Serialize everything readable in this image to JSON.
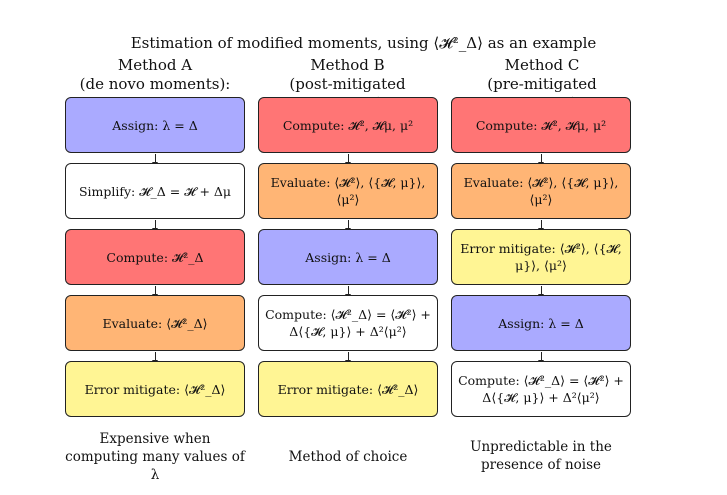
{
  "title": "Estimation of modified moments, using ⟨𝓗²_Δ⟩ as an example",
  "columns": [
    {
      "name": "Method A",
      "subtitle": "(de novo moments):",
      "boxes": [
        {
          "text": "Assign: λ = Δ",
          "color": "#aaaaff"
        },
        {
          "text": "Simplify: 𝓗_Δ = 𝓗 + Δμ",
          "color": "#ffffff"
        },
        {
          "text": "Compute: 𝓗²_Δ",
          "color": "#ff7575"
        },
        {
          "text": "Evaluate: ⟨𝓗²_Δ⟩",
          "color": "#ffb575"
        },
        {
          "text": "Error mitigate: ⟨𝓗²_Δ⟩",
          "color": "#fff594"
        }
      ],
      "footer": "Expensive when computing many values of λ"
    },
    {
      "name": "Method B",
      "subtitle": "(post-mitigated moments):",
      "boxes": [
        {
          "text": "Compute: 𝓗², 𝓗μ, μ²",
          "color": "#ff7575"
        },
        {
          "text": "Evaluate: ⟨𝓗²⟩, ⟨{𝓗, μ}⟩, ⟨μ²⟩",
          "color": "#ffb575"
        },
        {
          "text": "Assign: λ = Δ",
          "color": "#aaaaff"
        },
        {
          "text": "Compute: ⟨𝓗²_Δ⟩ = ⟨𝓗²⟩ + Δ⟨{𝓗, μ}⟩ + Δ²⟨μ²⟩",
          "color": "#ffffff"
        },
        {
          "text": "Error mitigate: ⟨𝓗²_Δ⟩",
          "color": "#fff594"
        }
      ],
      "footer": "Method of choice"
    },
    {
      "name": "Method C",
      "subtitle": "(pre-mitigated moments):",
      "boxes": [
        {
          "text": "Compute: 𝓗², 𝓗μ, μ²",
          "color": "#ff7575"
        },
        {
          "text": "Evaluate: ⟨𝓗²⟩, ⟨{𝓗, μ}⟩, ⟨μ²⟩",
          "color": "#ffb575"
        },
        {
          "text": "Error mitigate: ⟨𝓗²⟩, ⟨{𝓗, μ}⟩, ⟨μ²⟩",
          "color": "#fff594"
        },
        {
          "text": "Assign: λ = Δ",
          "color": "#aaaaff"
        },
        {
          "text": "Compute: ⟨𝓗²_Δ⟩ = ⟨𝓗²⟩ + Δ⟨{𝓗, μ}⟩ + Δ²⟨μ²⟩",
          "color": "#ffffff"
        }
      ],
      "footer": "Unpredictable in the presence of noise"
    }
  ]
}
